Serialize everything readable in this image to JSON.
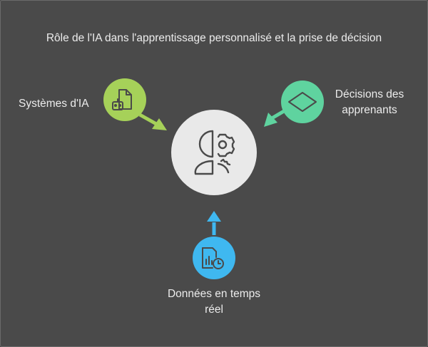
{
  "title": "Rôle de l'IA dans l'apprentissage personnalisé et la prise de décision",
  "nodes": {
    "center": {
      "icon": "ai-brain-gear-icon",
      "color": "#e9e9e9"
    },
    "left": {
      "label": "Systèmes d'IA",
      "icon": "ai-document-robot-icon",
      "color": "#a6d159"
    },
    "right": {
      "label": "Décisions des apprenants",
      "icon": "diamond-decision-icon",
      "color": "#5fd39f"
    },
    "bottom": {
      "label": "Données en temps réel",
      "icon": "realtime-data-clock-icon",
      "color": "#3fb8f0"
    }
  }
}
